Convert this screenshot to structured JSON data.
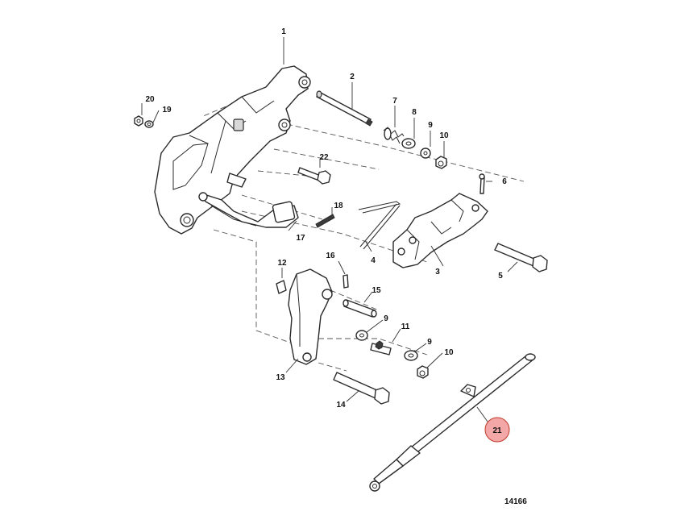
{
  "figure_id": "14166",
  "highlight_color": "#f3a7a7",
  "callouts": [
    {
      "label": "1"
    },
    {
      "label": "2"
    },
    {
      "label": "3"
    },
    {
      "label": "4"
    },
    {
      "label": "5"
    },
    {
      "label": "6"
    },
    {
      "label": "7"
    },
    {
      "label": "8"
    },
    {
      "label": "9"
    },
    {
      "label": "10"
    },
    {
      "label": "20"
    },
    {
      "label": "19"
    },
    {
      "label": "22"
    },
    {
      "label": "18"
    },
    {
      "label": "17"
    },
    {
      "label": "12"
    },
    {
      "label": "16"
    },
    {
      "label": "15"
    },
    {
      "label": "9"
    },
    {
      "label": "11"
    },
    {
      "label": "9"
    },
    {
      "label": "10"
    },
    {
      "label": "13"
    },
    {
      "label": "14"
    },
    {
      "label": "21",
      "highlighted": true
    }
  ]
}
